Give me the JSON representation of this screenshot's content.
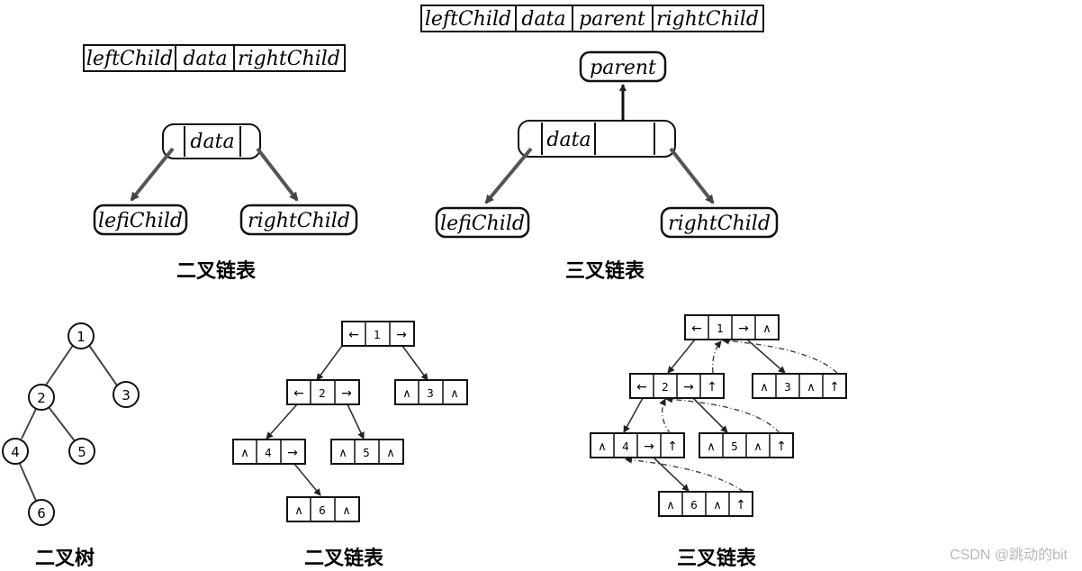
{
  "top_left": {
    "fields": [
      "leftChild",
      "data",
      "rightChild"
    ],
    "node_label": "data",
    "left_label": "lefiChild",
    "right_label": "rightChild",
    "caption": "二叉链表"
  },
  "top_right": {
    "fields": [
      "leftChild",
      "data",
      "parent",
      "rightChild"
    ],
    "parent_label": "parent",
    "node_label": "data",
    "left_label": "lefiChild",
    "right_label": "rightChild",
    "caption": "三叉链表"
  },
  "tree": {
    "nodes": [
      "1",
      "2",
      "3",
      "4",
      "5",
      "6"
    ],
    "caption": "二叉树"
  },
  "binary_list": {
    "symbols": {
      "left": "←",
      "right": "→",
      "null": "∧",
      "up": "↑"
    },
    "caption": "二叉链表"
  },
  "triple_list": {
    "caption": "三叉链表"
  },
  "watermark": "CSDN @跳动的bit"
}
